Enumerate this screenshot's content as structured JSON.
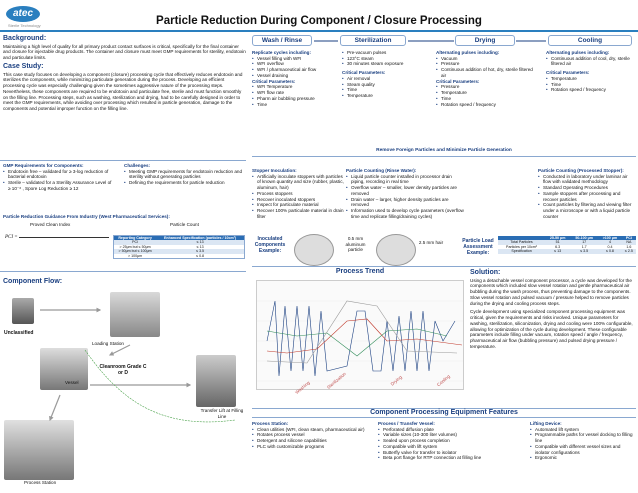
{
  "title": "Particle Reduction During Component / Closure Processing",
  "logo": {
    "name": "atec",
    "tagline": "Sterile Technology"
  },
  "background": {
    "heading": "Background:",
    "text": "Maintaining a high level of quality for all primary product contact surfaces is critical, specifically for the final container and closure for injectable drug products. The container and closure must meet GMP requirements for sterility, endotoxin and particulate limits."
  },
  "case_study": {
    "heading": "Case Study:",
    "text": "This case study focuses on developing a component (closure) processing cycle that effectively reduces endotoxin and sterilizes the components, while minimizing particulate generation during the process. Developing an efficient processing cycle was especially challenging given the sometimes aggressive nature of the processing steps. Nevertheless, these components are required to be endotoxin and particulate free, sterile and must function smoothly on the filling line. Processing steps, such as washing, sterilization and drying, had to be carefully designed in order to meet the GMP requirements, while avoiding over processing which resulted in particle generation, damage to the components and potential improper function on the filling line."
  },
  "gmp": {
    "heading": "GMP Requirements for Components:",
    "items": [
      "Endotoxin free – validated for ≥ 3-log reduction of bacterial endotoxin",
      "Sterile – validated for a Sterility Assurance Level of ≥ 10⁻⁶ , Spore Log Reduction ≥ 12"
    ]
  },
  "challenges": {
    "heading": "Challenges:",
    "items": [
      "Meeting GMP requirements for endotoxin reduction and sterility without generating particles",
      "Defining the requirements for particle reduction"
    ]
  },
  "guidance": {
    "heading": "Particle Reduction Guidance From Industry (West Pharmaceutical Services):",
    "left_label": "Proved Clean Index",
    "right_label": "Particle Count",
    "formula": "PCI = ",
    "table_headers": [
      "Reporting Category",
      "Enhanced Specification (particles / 10cm²)"
    ],
    "table_rows": [
      [
        "PCI",
        "≤ 13"
      ],
      [
        "> 25μm but ≤ 50μm",
        "≤ 13"
      ],
      [
        "> 50μm but ≤ 100μm",
        "≤ 3.5"
      ],
      [
        "> 100μm",
        "≤ 0.8"
      ]
    ]
  },
  "flow": {
    "heading": "Component Flow:",
    "labels": [
      "Unclassified",
      "Loading Station",
      "Vessel",
      "Cleanroom Grade C or D",
      "Transfer Lift at Filling Line",
      "Process Station"
    ]
  },
  "wash": {
    "heading": "Wash / Rinse",
    "sub1": "Replicate cycles including:",
    "items1": [
      "Vessel filling with WFI",
      "WFI overflow",
      "WFI / pharmaceutical air flow",
      "Vessel draining"
    ],
    "sub2": "Critical Parameters:",
    "items2": [
      "WFI Temperature",
      "WFI flow rate",
      "Pharm air bubbling pressure",
      "Time"
    ]
  },
  "steril": {
    "heading": "Sterilization",
    "items1": [
      "Pre-vacuum pulses",
      "123°C steam",
      "30 minutes steam exposure"
    ],
    "sub2": "Critical Parameters:",
    "items2": [
      "Air removal",
      "Steam quality",
      "Time",
      "Temperature"
    ]
  },
  "drying": {
    "heading": "Drying",
    "sub1": "Alternating pulses including:",
    "items1": [
      "Vacuum",
      "Pressure",
      "Continuous addition of hot, dry, sterile filtered air"
    ],
    "sub2": "Critical Parameters:",
    "items2": [
      "Pressure",
      "Temperature",
      "Time",
      "Rotation speed / frequency"
    ]
  },
  "cooling": {
    "heading": "Cooling",
    "sub1": "Alternating pulses including:",
    "items1": [
      "Continuous addition of cool, dry, sterile filtered air"
    ],
    "sub2": "Critical Parameters:",
    "items2": [
      "Temperature",
      "Time",
      "Rotation speed / frequency"
    ]
  },
  "remove_note": "Remove Foreign Particles and Minimize Particle Generation",
  "stopper": {
    "heading": "Stopper Inoculation:",
    "items": [
      "Artificially inoculate stoppers with particles of known quantity and size (rubber, plastic, aluminum, hair)",
      "Process stoppers",
      "Recover inoculated stoppers",
      "Inspect for particulate material",
      "Recover 100% particulate material in drain filter"
    ]
  },
  "rinse": {
    "heading": "Particle Counting (Rinse Water):",
    "items": [
      "Liquid particle counter installed in processor drain piping, recording in real time",
      "Overflow water – smaller, lower density particles are removed",
      "Drain water – larger, higher density particles are removed",
      "Information used to develop cycle parameters (overflow time and replicate filling/draining cycles)"
    ]
  },
  "processed": {
    "heading": "Particle Counting (Processed Stopper):",
    "items": [
      "Conducted in laboratory under laminar air flow with validated methodology",
      "Standard Operating Procedures",
      "Sample stoppers after processing and recover particles",
      "Count particles by filtering and viewing filter under a microscope or with a liquid particle counter"
    ]
  },
  "inoculated": {
    "label": "Inoculated Components Example:",
    "c1": "0.5 mm aluminum particle",
    "c2": "2.5 mm hair"
  },
  "assessment": {
    "label": "Particle Load Assessment Example:",
    "headers": [
      "",
      "25-50 μm",
      "50-100 μm",
      ">100 μm",
      "PCI"
    ],
    "rows": [
      [
        "Total Particles",
        "51",
        "17",
        "4",
        "NA"
      ],
      [
        "Particles per 10cm²",
        "6.3",
        "1.7",
        "0.4",
        "1.6"
      ],
      [
        "Specification",
        "≤ 13",
        "≤ 3.5",
        "≤ 0.8",
        "≤ 2.5"
      ]
    ]
  },
  "trend": {
    "heading": "Process Trend",
    "phases": [
      "Washing",
      "Sterilization",
      "Drying",
      "Cooling"
    ]
  },
  "solution": {
    "heading": "Solution:",
    "p1": "Using a detachable vessel component processor, a cycle was developed for the components which included slow vessel rotation and gentle pharmaceutical air bubbling during the wash process, thus preventing damage to the components. Slow vessel rotation and pulsed vacuum / pressure helped to remove particles during the drying and cooling process steps.",
    "p2": "Cycle development using specialized component processing equipment was critical, given the requirements and risks involved. Unique parameters for washing, sterilization, siliconization, drying and cooling were 100% configurable, allowing for optimization of the cycle during development. These configurable parameters include filling under vacuum, rotation speed / angle / frequency, pharmaceutical air flow (bubbling pressure) and pulsed drying pressure / temperature."
  },
  "features": {
    "heading": "Component Processing Equipment Features",
    "c1": {
      "heading": "Process Station:",
      "items": [
        "Clean utilities (WFI, clean steam, pharmaceutical air)",
        "Rotates process vessel",
        "Detergent and silicone capabilities",
        "PLC with customizable programs"
      ]
    },
    "c2": {
      "heading": "Process / Transfer Vessel:",
      "items": [
        "Perforated diffusion plate",
        "Variable sizes (10-300 liter volumes)",
        "Sealed upon process completion",
        "Compatible with lift system",
        "Butterfly valve for transfer to isolator",
        "Beta port flange for RTP connection at filling line"
      ]
    },
    "c3": {
      "heading": "Lifting Device:",
      "items": [
        "Automated lift system",
        "Programmable paths for vessel docking to filling line",
        "Compatible with different vessel sizes and isolator configurations",
        "Ergonomic"
      ]
    }
  },
  "colors": {
    "accent": "#1a3f80",
    "brand": "#2a7fbf",
    "border": "#8aa8d0"
  }
}
